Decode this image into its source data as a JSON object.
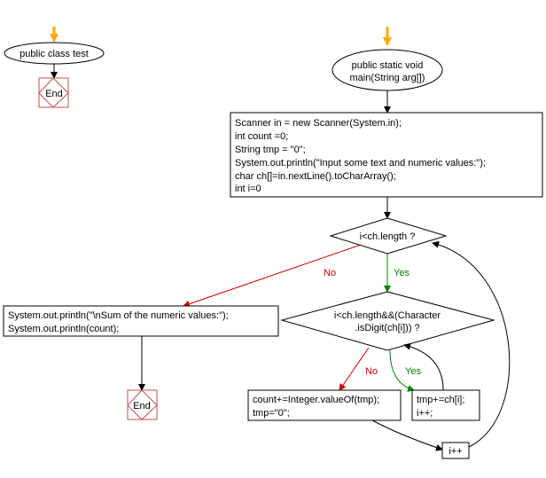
{
  "class_flow": {
    "oval": "public class test",
    "end": "End"
  },
  "main_flow": {
    "oval_line1": "public static void",
    "oval_line2": "main(String arg[])",
    "init_box": [
      "Scanner in = new Scanner(System.in);",
      "int count =0;",
      "String tmp = \"0\";",
      "System.out.println(\"Input some text and numeric values:\");",
      "char ch[]=in.nextLine().toCharArray();",
      "int i=0"
    ],
    "outer_condition": "i<ch.length ?",
    "inner_condition_line1": "i<ch.length&&(Character",
    "inner_condition_line2": ".isDigit(ch[i])) ?",
    "output_box": [
      "System.out.println(\"\\nSum of the numeric values:\");",
      "System.out.println(count);"
    ],
    "end": "End",
    "count_box": [
      "count+=Integer.valueOf(tmp);",
      "tmp=\"0\";"
    ],
    "tmp_box": [
      "tmp+=ch[i];",
      "i++;"
    ],
    "incr_box": "i++",
    "label_no_outer": "No",
    "label_yes_outer": "Yes",
    "label_no_inner": "No",
    "label_yes_inner": "Yes"
  },
  "colors": {
    "start_arrow": "#ffaa00",
    "line": "#000000",
    "no_branch": "#cc0000",
    "yes_branch": "#008000",
    "end_border": "#c0504d"
  }
}
